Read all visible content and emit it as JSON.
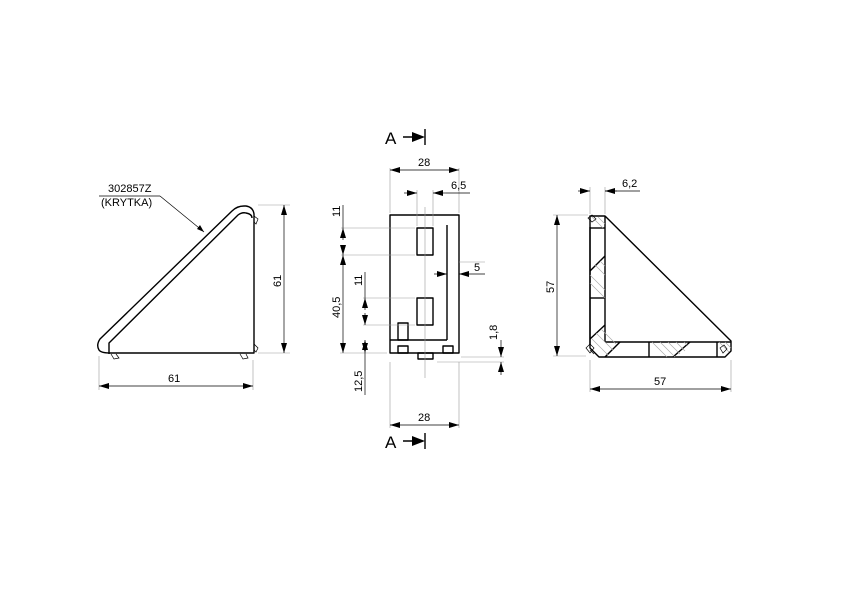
{
  "drawing": {
    "colors": {
      "line": "#000000",
      "extension": "#9a9a9a",
      "hatch": "#a8a8a8",
      "background": "#ffffff"
    },
    "left_view": {
      "callout_part": "302857Z",
      "callout_desc": "(KRYTKA)",
      "dim_width": "61",
      "dim_height": "61"
    },
    "front_view": {
      "section_label_top": "A",
      "section_label_bottom": "A",
      "dim_top_width": "28",
      "dim_slot_offset": "6,5",
      "dim_slot_height_top": "11",
      "dim_slot_height_lower": "11",
      "dim_height": "40,5",
      "dim_base": "12,5",
      "dim_wall": "5",
      "dim_tab": "1,8",
      "dim_bottom_width": "28"
    },
    "section_view": {
      "dim_wall": "6,2",
      "dim_height": "57",
      "dim_width": "57"
    }
  }
}
